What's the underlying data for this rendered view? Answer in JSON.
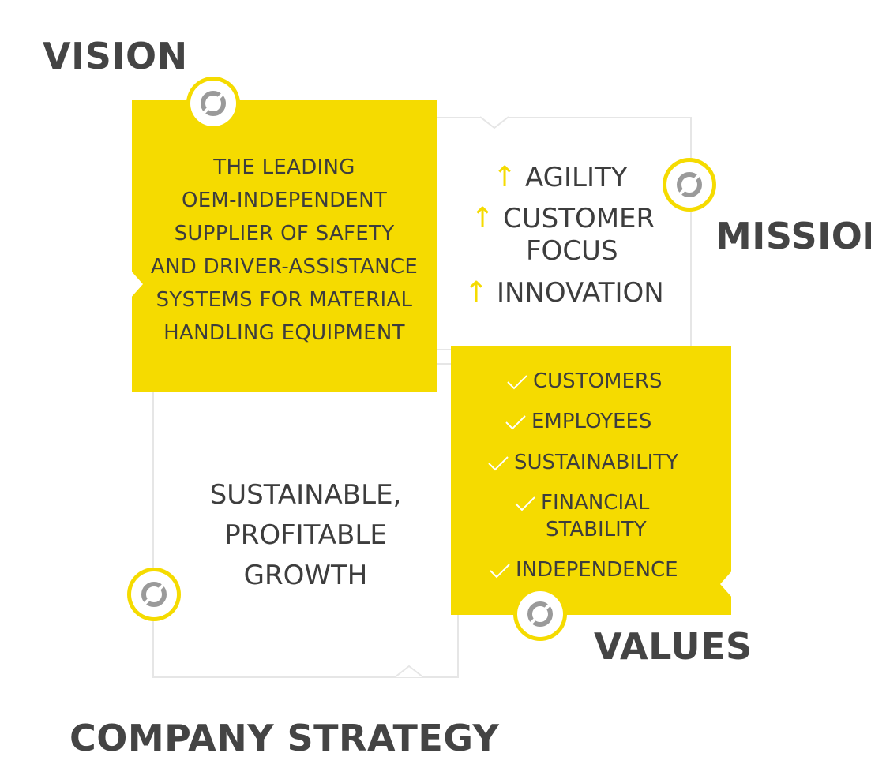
{
  "headings": {
    "vision": "VISION",
    "mission": "MISSION",
    "values": "VALUES",
    "strategy": "COMPANY STRATEGY"
  },
  "vision": {
    "lines": [
      "THE LEADING",
      "OEM-INDEPENDENT",
      "SUPPLIER OF SAFETY",
      "AND DRIVER-ASSISTANCE",
      "SYSTEMS FOR MATERIAL",
      "HANDLING EQUIPMENT"
    ]
  },
  "mission": {
    "items": [
      "AGILITY",
      "CUSTOMER",
      "FOCUS",
      "INNOVATION"
    ]
  },
  "strategy": {
    "lines": [
      "SUSTAINABLE,",
      "PROFITABLE",
      "GROWTH"
    ]
  },
  "values": {
    "items": [
      "CUSTOMERS",
      "EMPLOYEES",
      "SUSTAINABILITY",
      "FINANCIAL",
      "STABILITY",
      "INDEPENDENCE"
    ]
  },
  "colors": {
    "accent": "#f5db00",
    "text": "#3d3d3d",
    "heading": "#444444",
    "outline": "#e6e6e6",
    "logo_gray": "#9a9a9a"
  },
  "icons": [
    "logo-badge-icon",
    "up-arrow-icon",
    "check-icon"
  ]
}
